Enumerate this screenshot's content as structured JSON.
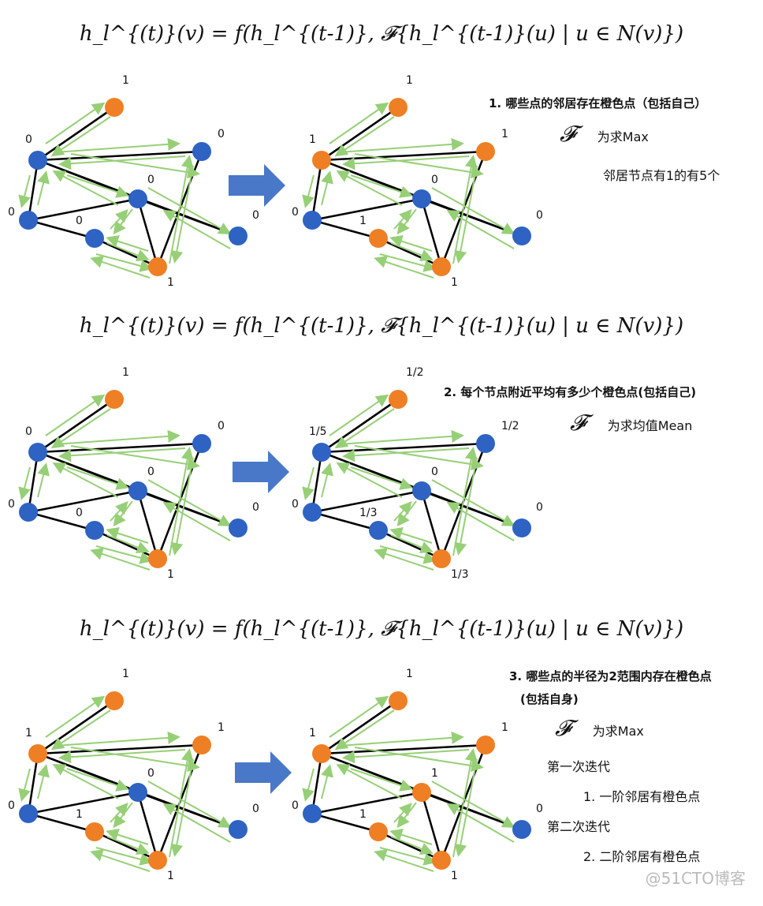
{
  "formula": "h_l^{(t)}(v) = f(h_l^{(t-1)}, 𝓕{h_l^{(t-1)}(u) | u ∈ N(v)})",
  "colors": {
    "orange": "#ef7f24",
    "blue": "#2e63c3",
    "arrow": "#97cf77",
    "edge": "#000000",
    "big_arrow": "#4a78c8"
  },
  "edges": [
    [
      0,
      1
    ],
    [
      0,
      2
    ],
    [
      0,
      3
    ],
    [
      0,
      4
    ],
    [
      0,
      7
    ],
    [
      1,
      1
    ],
    [
      3,
      4
    ],
    [
      3,
      5
    ],
    [
      4,
      6
    ],
    [
      4,
      7
    ],
    [
      5,
      6
    ],
    [
      6,
      2
    ]
  ],
  "panels": [
    {
      "title": "1. 哪些点的邻居存在橙色点（包括自己）",
      "title2": "",
      "f_desc": "为求Max",
      "lines": [
        "邻居节点有1的有5个"
      ],
      "left": {
        "colors": [
          "b",
          "o",
          "b",
          "b",
          "b",
          "b",
          "o",
          "b"
        ],
        "labels": [
          "0",
          "1",
          "0",
          "0",
          "0",
          "0",
          "1",
          "0"
        ]
      },
      "right": {
        "colors": [
          "o",
          "o",
          "o",
          "b",
          "b",
          "o",
          "o",
          "b"
        ],
        "labels": [
          "1",
          "1",
          "1",
          "0",
          "0",
          "1",
          "1",
          "0"
        ]
      }
    },
    {
      "title": "2. 每个节点附近平均有多少个橙色点(包括自己)",
      "title2": "",
      "f_desc": "为求均值Mean",
      "lines": [],
      "left": {
        "colors": [
          "b",
          "o",
          "b",
          "b",
          "b",
          "b",
          "o",
          "b"
        ],
        "labels": [
          "0",
          "1",
          "0",
          "0",
          "0",
          "0",
          "1",
          "0"
        ]
      },
      "right": {
        "colors": [
          "b",
          "o",
          "b",
          "b",
          "b",
          "b",
          "o",
          "b"
        ],
        "labels": [
          "1/5",
          "1/2",
          "1/2",
          "0",
          "0",
          "1/3",
          "1/3",
          "0"
        ]
      }
    },
    {
      "title": "3. 哪些点的半径为2范围内存在橙色点",
      "title2": "(包括自身)",
      "f_desc": "为求Max",
      "lines": [
        "第一次迭代",
        "1. 一阶邻居有橙色点",
        "第二次迭代",
        "2. 二阶邻居有橙色点"
      ],
      "left": {
        "colors": [
          "o",
          "o",
          "o",
          "b",
          "b",
          "o",
          "o",
          "b"
        ],
        "labels": [
          "1",
          "1",
          "1",
          "0",
          "0",
          "1",
          "1",
          "0"
        ]
      },
      "right": {
        "colors": [
          "o",
          "o",
          "o",
          "b",
          "o",
          "o",
          "o",
          "b"
        ],
        "labels": [
          "1",
          "1",
          "1",
          "0",
          "1",
          "1",
          "1",
          "0"
        ]
      }
    }
  ],
  "watermark": "@51CTO博客"
}
